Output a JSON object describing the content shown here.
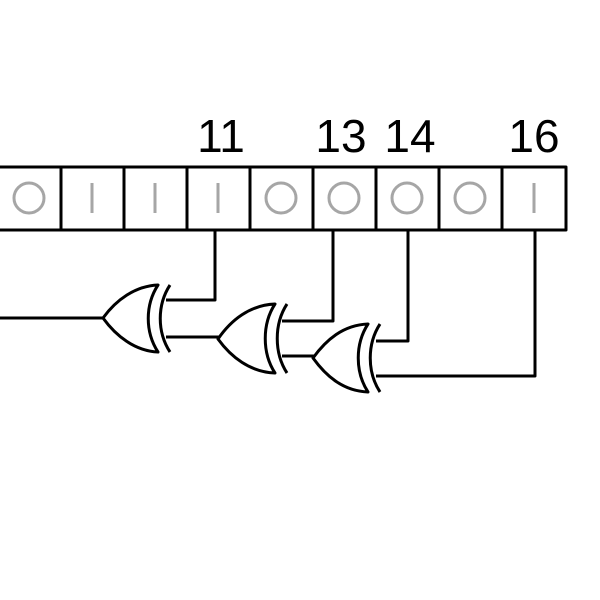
{
  "register": {
    "bits": [
      "0",
      "1",
      "1",
      "1",
      "0",
      "0",
      "0",
      "0",
      "1"
    ]
  },
  "taps": [
    {
      "label": "11"
    },
    {
      "label": "13"
    },
    {
      "label": "14"
    },
    {
      "label": "16"
    }
  ],
  "colors": {
    "line": "#000000",
    "bit_glyph": "#a6a6a6",
    "background": "#ffffff"
  }
}
